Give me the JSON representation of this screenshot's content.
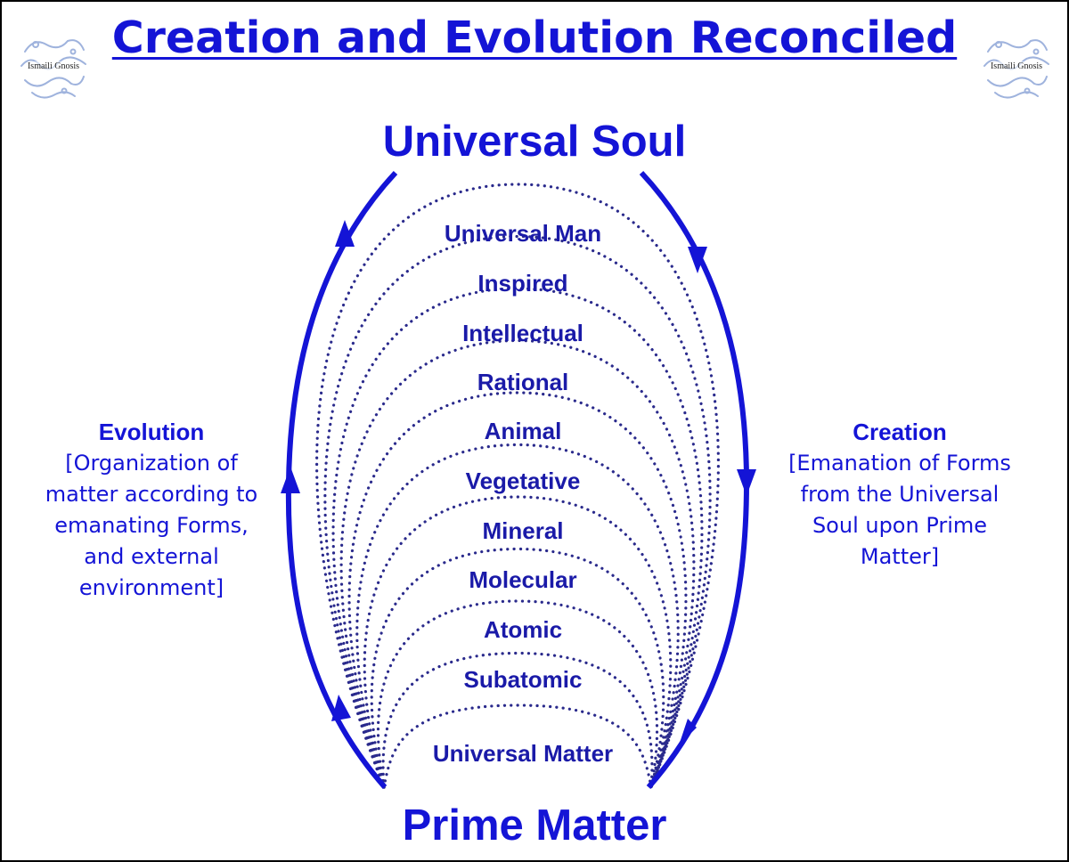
{
  "title": "Creation and Evolution Reconciled",
  "top_node": "Universal Soul",
  "bottom_node": "Prime Matter",
  "left_side": {
    "title": "Evolution",
    "lines": [
      "[Organization of",
      "matter according to",
      "emanating Forms,",
      "and external",
      "environment]"
    ]
  },
  "right_side": {
    "title": "Creation",
    "lines": [
      "[Emanation of Forms",
      "from the Universal",
      "Soul upon Prime",
      "Matter]"
    ]
  },
  "levels": [
    "Universal Man",
    "Inspired",
    "Intellectual",
    "Rational",
    "Animal",
    "Vegetative",
    "Mineral",
    "Molecular",
    "Atomic",
    "Subatomic",
    "Universal Matter"
  ],
  "watermark": "Ismaili Gnosis",
  "colors": {
    "accent": "#1414d6",
    "dots": "#2a2a8c",
    "label": "#1a1aa8"
  }
}
